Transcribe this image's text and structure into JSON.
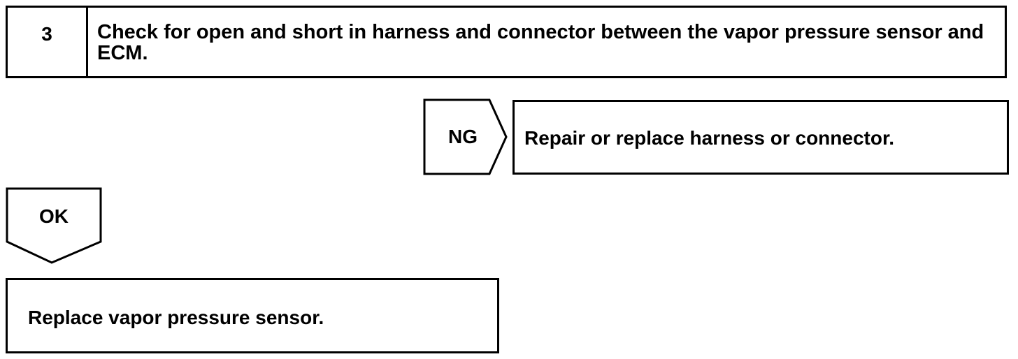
{
  "step": {
    "number": "3",
    "text": "Check for open and short in harness and connector between the vapor pressure sensor and ECM."
  },
  "ng_branch": {
    "label": "NG",
    "action": "Repair or replace harness or connector."
  },
  "ok_branch": {
    "label": "OK",
    "action": "Replace vapor pressure sensor."
  }
}
